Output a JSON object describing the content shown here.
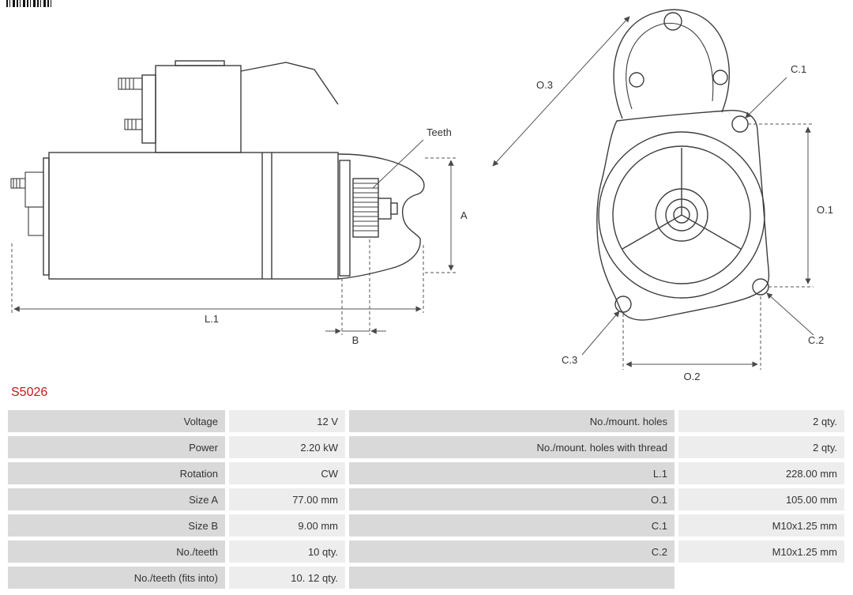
{
  "part_number": "S5026",
  "colors": {
    "part_number_red": "#cc1414",
    "label_cell_bg": "#d9d9d9",
    "value_cell_bg": "#ededed",
    "line_color": "#3d3d3d"
  },
  "diagram": {
    "labels": {
      "teeth": "Teeth",
      "a": "A",
      "l1": "L.1",
      "b": "B",
      "o3": "O.3",
      "c1": "C.1",
      "o1": "O.1",
      "c3": "C.3",
      "c2": "C.2",
      "o2": "O.2"
    }
  },
  "spec_table": {
    "left": [
      {
        "label": "Voltage",
        "value": "12 V"
      },
      {
        "label": "Power",
        "value": "2.20 kW"
      },
      {
        "label": "Rotation",
        "value": "CW"
      },
      {
        "label": "Size A",
        "value": "77.00 mm"
      },
      {
        "label": "Size B",
        "value": "9.00 mm"
      },
      {
        "label": "No./teeth",
        "value": "10 qty."
      },
      {
        "label": "No./teeth (fits into)",
        "value": "10. 12 qty."
      }
    ],
    "right": [
      {
        "label": "No./mount. holes",
        "value": "2 qty."
      },
      {
        "label": "No./mount. holes with thread",
        "value": "2 qty."
      },
      {
        "label": "L.1",
        "value": "228.00 mm"
      },
      {
        "label": "O.1",
        "value": "105.00 mm"
      },
      {
        "label": "C.1",
        "value": "M10x1.25 mm"
      },
      {
        "label": "C.2",
        "value": "M10x1.25 mm"
      },
      {
        "label": "",
        "value": ""
      }
    ]
  }
}
